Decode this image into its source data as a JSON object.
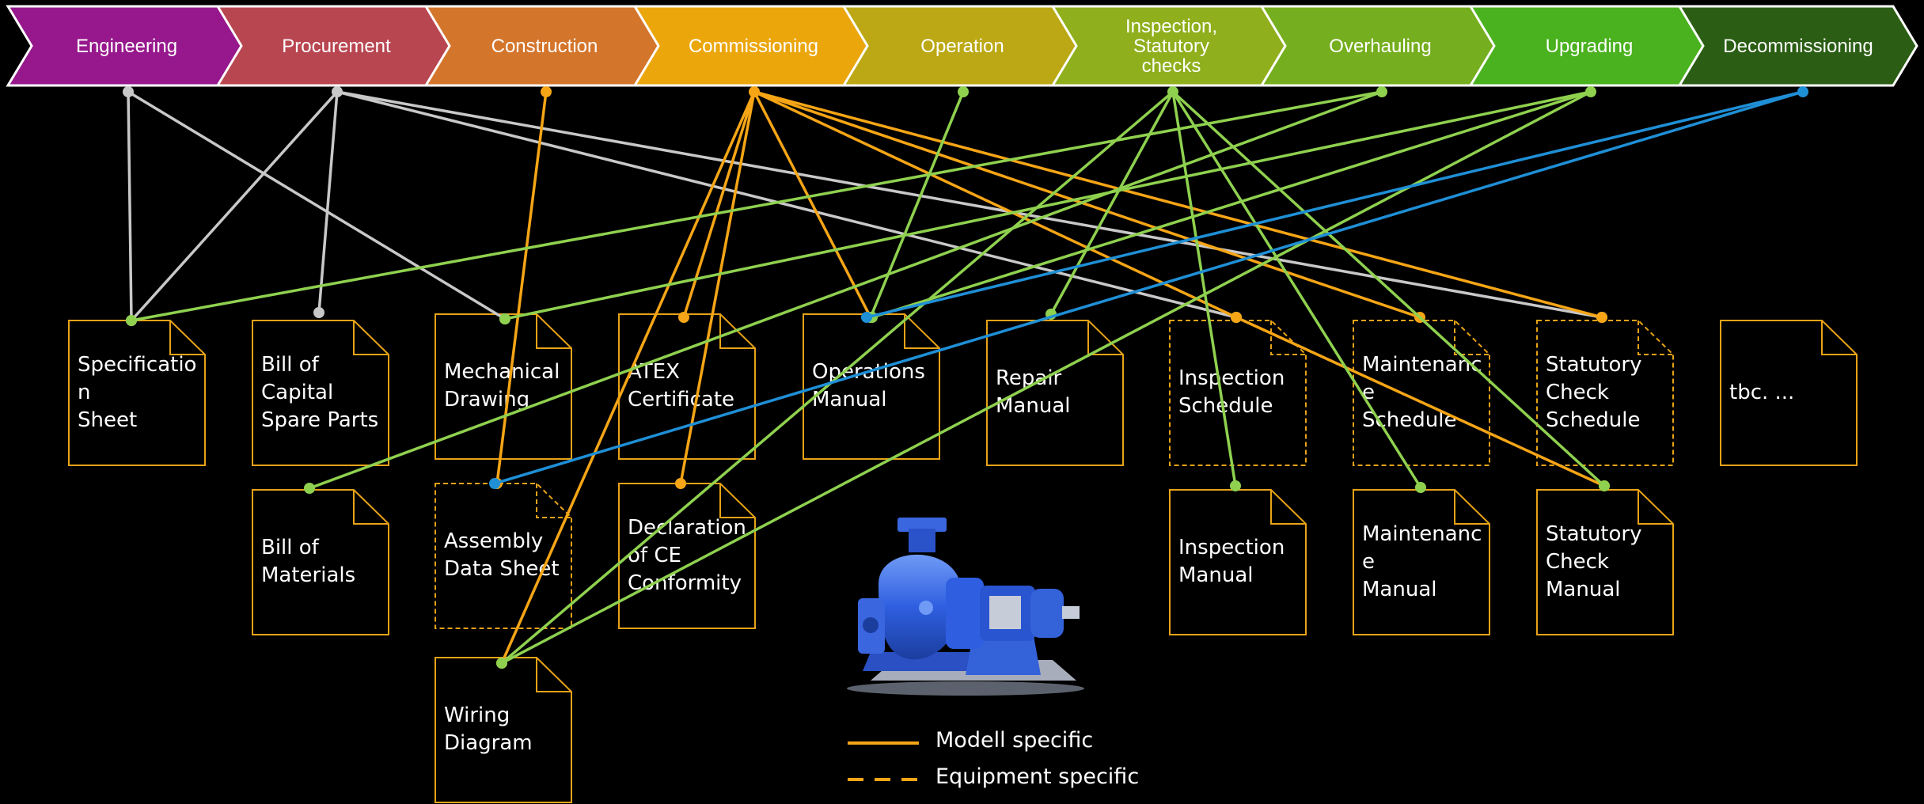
{
  "phases": [
    {
      "id": "engineering",
      "label": "Engineering",
      "color": "#96188c"
    },
    {
      "id": "procurement",
      "label": "Procurement",
      "color": "#b84651"
    },
    {
      "id": "construction",
      "label": "Construction",
      "color": "#d4752c"
    },
    {
      "id": "commissioning",
      "label": "Commissioning",
      "color": "#eba60c"
    },
    {
      "id": "operation",
      "label": "Operation",
      "color": "#bba814"
    },
    {
      "id": "inspection",
      "label": "Inspection,\nStatutory\nchecks",
      "color": "#8faf1c"
    },
    {
      "id": "overhauling",
      "label": "Overhauling",
      "color": "#75ae1e"
    },
    {
      "id": "upgrading",
      "label": "Upgrading",
      "color": "#4ab11f"
    },
    {
      "id": "decommissioning",
      "label": "Decommissioning",
      "color": "#2b5e14"
    }
  ],
  "documents": [
    {
      "id": "spec",
      "label": "Specificatio\nn\nSheet",
      "style": "solid"
    },
    {
      "id": "bocsp",
      "label": "Bill of\nCapital\nSpare Parts",
      "style": "solid"
    },
    {
      "id": "mech",
      "label": "Mechanical\nDrawing",
      "style": "solid"
    },
    {
      "id": "atex",
      "label": "ATEX\nCertificate",
      "style": "solid"
    },
    {
      "id": "opman",
      "label": "Operations\nManual",
      "style": "solid"
    },
    {
      "id": "repair",
      "label": "Repair\nManual",
      "style": "solid"
    },
    {
      "id": "insched",
      "label": "Inspection\nSchedule",
      "style": "dashed"
    },
    {
      "id": "maintsched",
      "label": "Maintenance\nSchedule",
      "style": "dashed"
    },
    {
      "id": "statsched",
      "label": "Statutory\nCheck\nSchedule",
      "style": "dashed"
    },
    {
      "id": "tbc",
      "label": "tbc. ...",
      "style": "solid"
    },
    {
      "id": "bom",
      "label": "Bill of\nMaterials",
      "style": "solid"
    },
    {
      "id": "assembly",
      "label": "Assembly\nData Sheet",
      "style": "dashed"
    },
    {
      "id": "ce",
      "label": "Declaration\nof CE\nConformity",
      "style": "solid"
    },
    {
      "id": "inman",
      "label": "Inspection\nManual",
      "style": "solid"
    },
    {
      "id": "maintman",
      "label": "Maintenance\nManual",
      "style": "solid"
    },
    {
      "id": "statman",
      "label": "Statutory\nCheck\nManual",
      "style": "solid"
    },
    {
      "id": "wiring",
      "label": "Wiring\nDiagram",
      "style": "solid"
    }
  ],
  "connections": [
    {
      "from": "engineering",
      "to": "spec",
      "color": "gray"
    },
    {
      "from": "engineering",
      "to": "mech",
      "color": "gray"
    },
    {
      "from": "procurement",
      "to": "spec",
      "color": "gray"
    },
    {
      "from": "procurement",
      "to": "bocsp",
      "color": "gray"
    },
    {
      "from": "procurement",
      "to": "insched",
      "color": "gray"
    },
    {
      "from": "procurement",
      "to": "statsched",
      "color": "gray"
    },
    {
      "from": "construction",
      "to": "assembly",
      "color": "orange"
    },
    {
      "from": "commissioning",
      "to": "atex",
      "color": "orange"
    },
    {
      "from": "commissioning",
      "to": "opman",
      "color": "orange"
    },
    {
      "from": "commissioning",
      "to": "ce",
      "color": "orange"
    },
    {
      "from": "commissioning",
      "to": "wiring",
      "color": "orange"
    },
    {
      "from": "commissioning",
      "to": "insched",
      "color": "orange"
    },
    {
      "from": "commissioning",
      "to": "maintsched",
      "color": "orange"
    },
    {
      "from": "commissioning",
      "to": "statsched",
      "color": "orange"
    },
    {
      "from": "insched",
      "to": "statman",
      "color": "orange"
    },
    {
      "from": "operation",
      "to": "opman",
      "color": "green"
    },
    {
      "from": "inspection",
      "to": "repair",
      "color": "green"
    },
    {
      "from": "inspection",
      "to": "inman",
      "color": "green"
    },
    {
      "from": "inspection",
      "to": "maintman",
      "color": "green"
    },
    {
      "from": "inspection",
      "to": "statman",
      "color": "green"
    },
    {
      "from": "inspection",
      "to": "wiring",
      "color": "green"
    },
    {
      "from": "overhauling",
      "to": "spec",
      "color": "green"
    },
    {
      "from": "overhauling",
      "to": "bom",
      "color": "green"
    },
    {
      "from": "upgrading",
      "to": "mech",
      "color": "green"
    },
    {
      "from": "upgrading",
      "to": "opman",
      "color": "green"
    },
    {
      "from": "upgrading",
      "to": "wiring",
      "color": "green"
    },
    {
      "from": "decommissioning",
      "to": "assembly",
      "color": "blue"
    },
    {
      "from": "decommissioning",
      "to": "opman",
      "color": "blue"
    }
  ],
  "colors": {
    "gray": "#c8c8c8",
    "orange": "#f5a516",
    "green": "#8fd14f",
    "blue": "#1f8fd6",
    "doc_border": "#e8a317"
  },
  "legend": {
    "solid_label": "Modell specific",
    "dashed_label": "Equipment specific"
  },
  "image": {
    "icon": "centrifugal-pump-illustration"
  }
}
